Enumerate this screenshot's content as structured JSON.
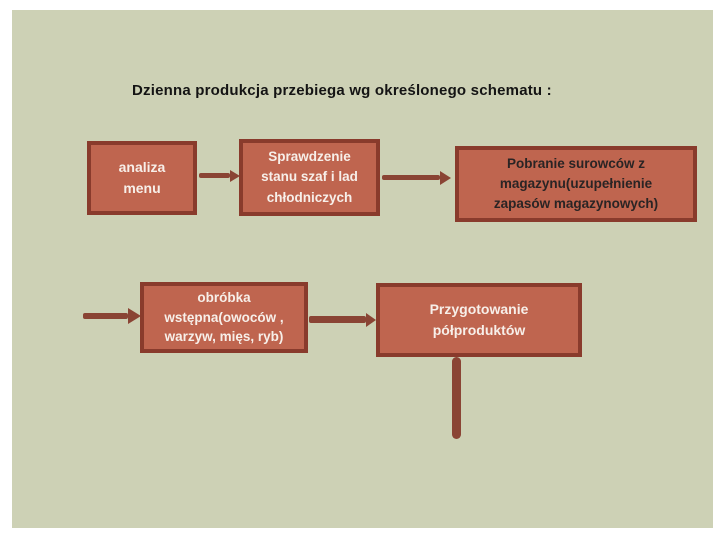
{
  "slide": {
    "title": "Dzienna produkcja przebiega wg określonego schematu :",
    "background_color": "#cdd1b5",
    "page_margin_color": "#ffffff",
    "colors": {
      "box_fill": "#bf654f",
      "box_border": "#893b2c",
      "arrow": "#8a4434",
      "light_text": "#f7efe9",
      "dark_text": "#2a2424",
      "title_text": "#141414"
    },
    "boxes": [
      {
        "id": "analiza-menu",
        "label": "analiza\nmenu",
        "text_style": "light"
      },
      {
        "id": "sprawdzenie",
        "label": "Sprawdzenie\nstanu szaf i lad\nchłodniczych",
        "text_style": "light"
      },
      {
        "id": "pobranie",
        "label": "Pobranie surowców z\nmagazynu(uzupełnienie\nzapasów magazynowych)",
        "text_style": "dark"
      },
      {
        "id": "obrobka",
        "label": "obróbka\nwstępna(owoców ,\nwarzyw, mięs, ryb)",
        "text_style": "light"
      },
      {
        "id": "przygotowanie",
        "label": "Przygotowanie\npółproduktów",
        "text_style": "light"
      }
    ],
    "arrows": [
      {
        "id": "arrow-analiza-to-sprawdzenie",
        "direction": "right"
      },
      {
        "id": "arrow-sprawdzenie-to-pobranie",
        "direction": "right"
      },
      {
        "id": "arrow-left-into-obrobka",
        "direction": "right"
      },
      {
        "id": "arrow-obrobka-to-przygotowanie",
        "direction": "right"
      },
      {
        "id": "arrow-down-from-przygotowanie",
        "direction": "down"
      }
    ]
  }
}
